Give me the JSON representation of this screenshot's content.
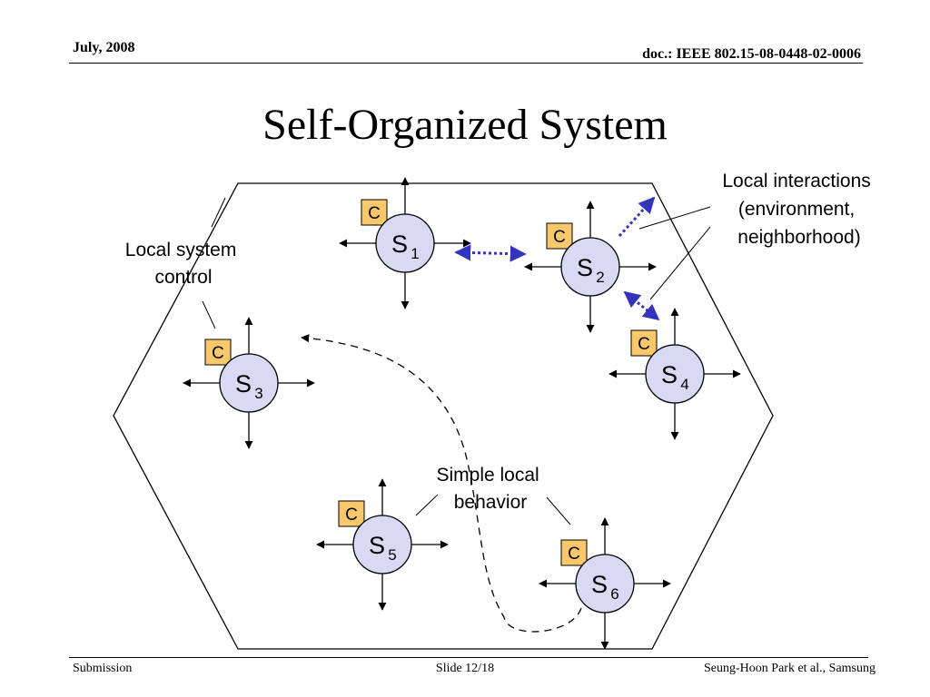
{
  "header": {
    "date": "July, 2008",
    "doc_id": "doc.: IEEE 802.15-08-0448-02-0006"
  },
  "title": "Self-Organized System",
  "footer": {
    "left": "Submission",
    "center": "Slide 12/18",
    "right": "Seung-Hoon Park et al., Samsung"
  },
  "colors": {
    "node_fill": "#d8daf3",
    "control_fill": "#f9c86a",
    "interaction_arrow": "#3333bb"
  },
  "diagram": {
    "control_label": "C",
    "nodes": [
      {
        "letter": "S",
        "sub": "1"
      },
      {
        "letter": "S",
        "sub": "2"
      },
      {
        "letter": "S",
        "sub": "3"
      },
      {
        "letter": "S",
        "sub": "4"
      },
      {
        "letter": "S",
        "sub": "5"
      },
      {
        "letter": "S",
        "sub": "6"
      }
    ],
    "labels": {
      "local_control": [
        "Local system",
        "control"
      ],
      "local_interactions": [
        "Local interactions",
        "(environment,",
        "neighborhood)"
      ],
      "simple_behavior": [
        "Simple local",
        "behavior"
      ]
    }
  }
}
